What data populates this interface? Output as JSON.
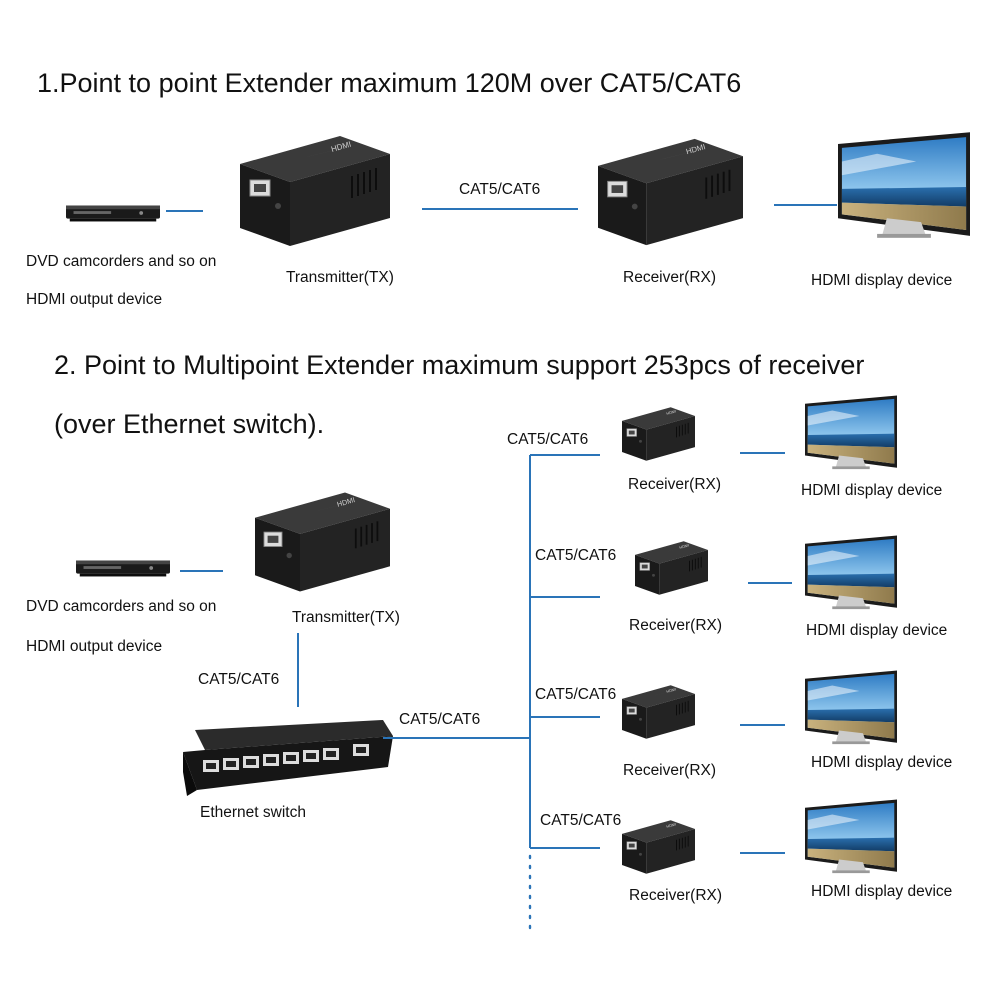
{
  "section1": {
    "title": "1.Point to point Extender maximum 120M over CAT5/CAT6",
    "source_label_line1": "DVD camcorders and so on",
    "source_label_line2": "HDMI output device",
    "transmitter_label": "Transmitter(TX)",
    "cable_label": "CAT5/CAT6",
    "receiver_label": "Receiver(RX)",
    "display_label": "HDMI display device"
  },
  "section2": {
    "title_line1": "2. Point to Multipoint Extender maximum support 253pcs of receiver",
    "title_line2": "(over Ethernet switch).",
    "source_label_line1": "DVD camcorders and so on",
    "source_label_line2": "HDMI output device",
    "transmitter_label": "Transmitter(TX)",
    "tx_switch_cable_label": "CAT5/CAT6",
    "switch_label": "Ethernet switch",
    "switch_trunk_cable_label": "CAT5/CAT6",
    "branches": [
      {
        "cable_label": "CAT5/CAT6",
        "receiver_label": "Receiver(RX)",
        "display_label": "HDMI display device"
      },
      {
        "cable_label": "CAT5/CAT6",
        "receiver_label": "Receiver(RX)",
        "display_label": "HDMI display device"
      },
      {
        "cable_label": "CAT5/CAT6",
        "receiver_label": "Receiver(RX)",
        "display_label": "HDMI display device"
      },
      {
        "cable_label": "CAT5/CAT6",
        "receiver_label": "Receiver(RX)",
        "display_label": "HDMI display device"
      }
    ]
  },
  "colors": {
    "cable": "#2a74b8",
    "device_body": "#1c1c1c",
    "screen_sky": "#3f8fd2",
    "screen_sea": "#1f5e9a"
  }
}
